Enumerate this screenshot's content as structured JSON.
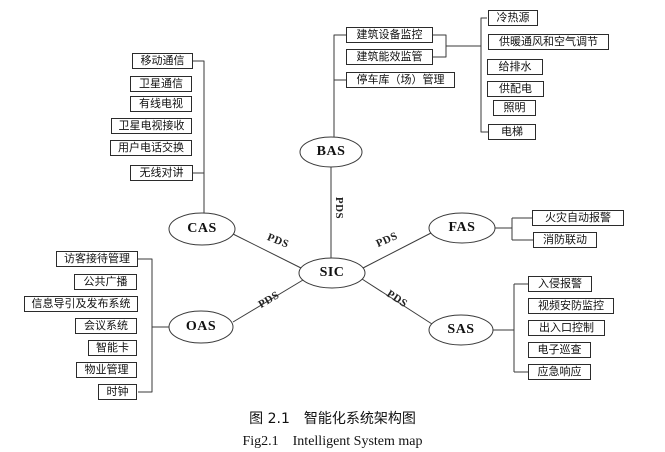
{
  "diagram": {
    "nodes": {
      "sic": "SIC",
      "bas": "BAS",
      "cas": "CAS",
      "oas": "OAS",
      "fas": "FAS",
      "sas": "SAS"
    },
    "edge_label": "PDS",
    "cas_items": [
      "移动通信",
      "卫星通信",
      "有线电视",
      "卫星电视接收",
      "用户电话交换",
      "无线对讲"
    ],
    "bas_items": [
      "建筑设备监控",
      "建筑能效监管",
      "停车库（场）管理"
    ],
    "bas_sub_items": [
      "冷热源",
      "供暖通风和空气调节",
      "给排水",
      "供配电",
      "照明",
      "电梯"
    ],
    "fas_items": [
      "火灾自动报警",
      "消防联动"
    ],
    "oas_items": [
      "访客接待管理",
      "公共广播",
      "信息导引及发布系统",
      "会议系统",
      "智能卡",
      "物业管理",
      "时钟"
    ],
    "sas_items": [
      "入侵报警",
      "视频安防监控",
      "出入口控制",
      "电子巡查",
      "应急响应"
    ]
  },
  "caption": {
    "zh": "图 2.1　智能化系统架构图",
    "en": "Fig2.1　Intelligent System map"
  },
  "colors": {
    "line": "#3a3a3a",
    "box_border": "#2b2b2b",
    "background": "#ffffff",
    "text": "#111111"
  }
}
